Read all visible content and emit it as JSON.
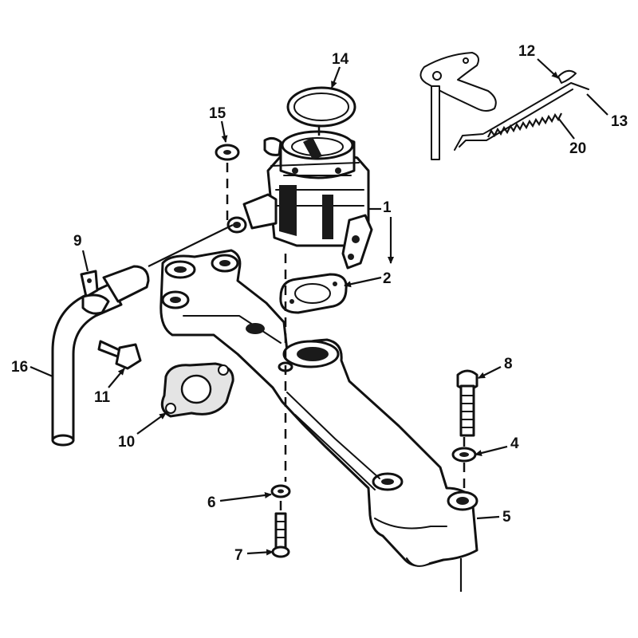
{
  "callouts": {
    "c1": "1",
    "c2": "2",
    "c4": "4",
    "c5": "5",
    "c6": "6",
    "c7": "7",
    "c8": "8",
    "c9": "9",
    "c10": "10",
    "c11": "11",
    "c12": "12",
    "c13": "13",
    "c14": "14",
    "c15": "15",
    "c16": "16",
    "c20": "20"
  }
}
